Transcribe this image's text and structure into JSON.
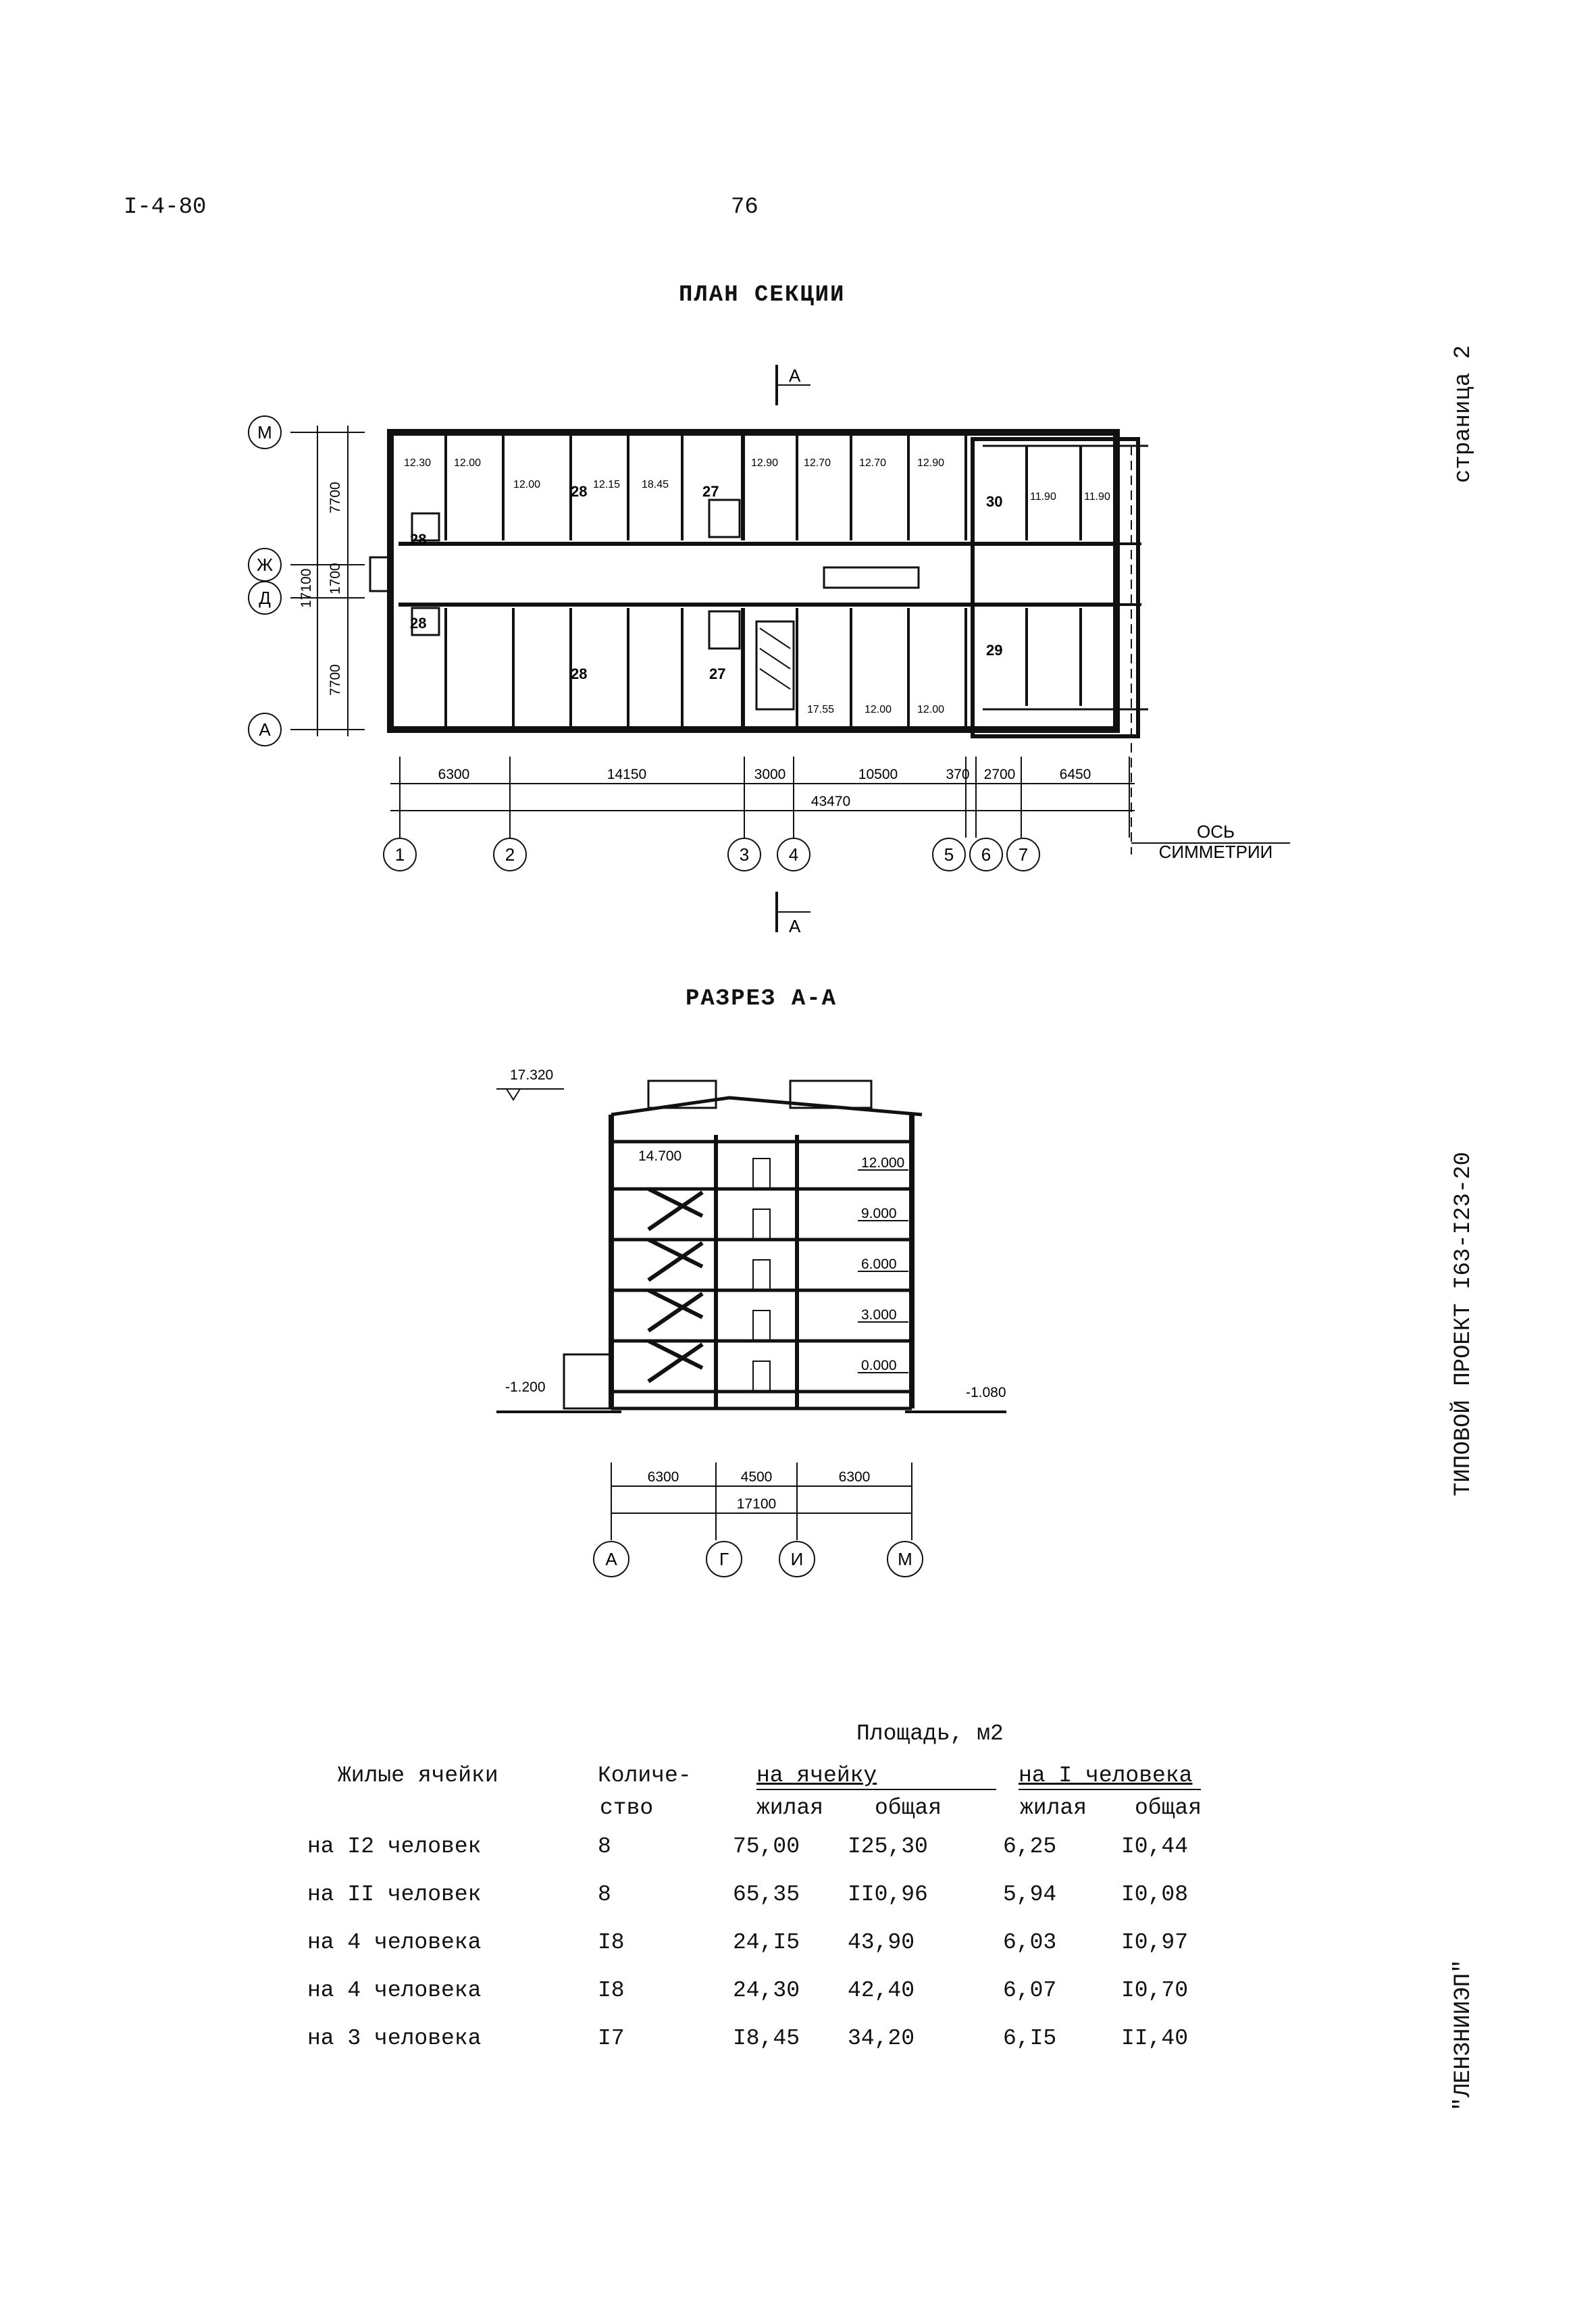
{
  "header": {
    "doc_code": "I-4-80",
    "page_number": "76"
  },
  "side": {
    "page_label": "страница 2",
    "project": "ТИПОВОЙ ПРОЕКТ I63-I23-20",
    "org": "\"ЛЕНЗНИИЭП\""
  },
  "plan": {
    "title": "ПЛАН СЕКЦИИ",
    "section_mark": "А",
    "symmetry_axis": [
      "ОСЬ",
      "СИММЕТРИИ"
    ],
    "row_axes": [
      "М",
      "Ж",
      "Д",
      "А"
    ],
    "row_dims": [
      "7700",
      "17100",
      "1700",
      "7700"
    ],
    "col_axes": [
      "1",
      "2",
      "3",
      "4",
      "5",
      "6",
      "7"
    ],
    "col_dims": [
      "6300",
      "14150",
      "3000",
      "10500",
      "370",
      "2700",
      "6450"
    ],
    "total_dim": "43470",
    "room_areas_top": [
      "12.30",
      "12.00",
      "12.00",
      "12.15",
      "18.45",
      "12.90",
      "12.70",
      "12.70",
      "12.90",
      "11.90",
      "11.90"
    ],
    "room_areas_bottom": [
      "17.55",
      "12.00",
      "12.00"
    ],
    "room_numbers": [
      "28",
      "28",
      "27",
      "28",
      "28",
      "27",
      "30",
      "29"
    ]
  },
  "section": {
    "title": "РАЗРЕЗ А-А",
    "levels": [
      "17.320",
      "14.700",
      "12.000",
      "9.000",
      "6.000",
      "3.000",
      "0.000",
      "-1.200",
      "-1.080"
    ],
    "dims": [
      "6300",
      "4500",
      "6300"
    ],
    "total_dim": "17100",
    "axes": [
      "А",
      "Г",
      "И",
      "М"
    ]
  },
  "table": {
    "area_header": "Площадь, м2",
    "col_cells": "Жилые ячейки",
    "col_qty": [
      "Количе-",
      "ство"
    ],
    "group_cell": "на ячейку",
    "group_person": "на I человека",
    "sub_living": "жилая",
    "sub_total": "общая",
    "rows": [
      {
        "label": "на I2 человек",
        "qty": "8",
        "cell_living": "75,00",
        "cell_total": "I25,30",
        "person_living": "6,25",
        "person_total": "I0,44"
      },
      {
        "label": "на II человек",
        "qty": "8",
        "cell_living": "65,35",
        "cell_total": "II0,96",
        "person_living": "5,94",
        "person_total": "I0,08"
      },
      {
        "label": "на  4 человека",
        "qty": "I8",
        "cell_living": "24,I5",
        "cell_total": "43,90",
        "person_living": "6,03",
        "person_total": "I0,97"
      },
      {
        "label": "на  4 человека",
        "qty": "I8",
        "cell_living": "24,30",
        "cell_total": "42,40",
        "person_living": "6,07",
        "person_total": "I0,70"
      },
      {
        "label": "на  3 человека",
        "qty": "I7",
        "cell_living": "I8,45",
        "cell_total": "34,20",
        "person_living": "6,I5",
        "person_total": "II,40"
      }
    ]
  }
}
